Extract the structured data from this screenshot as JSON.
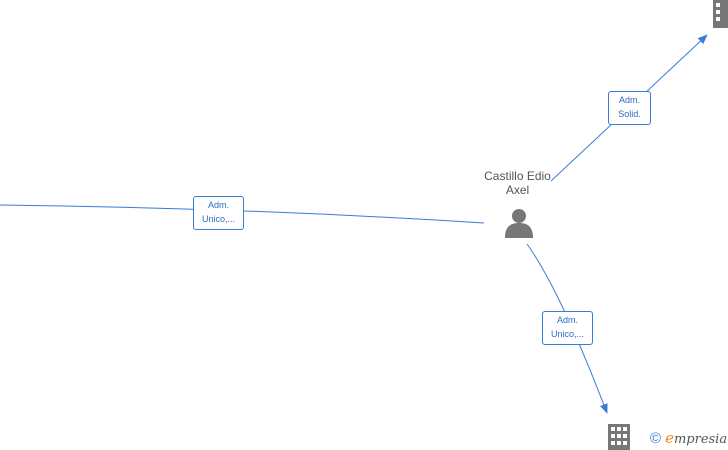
{
  "person": {
    "name_line1": "Castillo Edio",
    "name_line2": "Axel",
    "icon": "person-icon"
  },
  "edges": [
    {
      "id": "left",
      "label_line1": "Adm.",
      "label_line2": "Unico,..."
    },
    {
      "id": "top-right",
      "label_line1": "Adm.",
      "label_line2": "Solid."
    },
    {
      "id": "bottom",
      "label_line1": "Adm.",
      "label_line2": "Unico,..."
    }
  ],
  "companies": [
    {
      "icon": "building-icon"
    },
    {
      "icon": "building-icon"
    }
  ],
  "footer": {
    "copyright_symbol": "©",
    "brand_initial": "e",
    "brand_rest": "mpresia",
    "brand_initial_color": "#f2891d"
  },
  "colors": {
    "edge": "#3a7bd5",
    "icon": "#777777"
  }
}
